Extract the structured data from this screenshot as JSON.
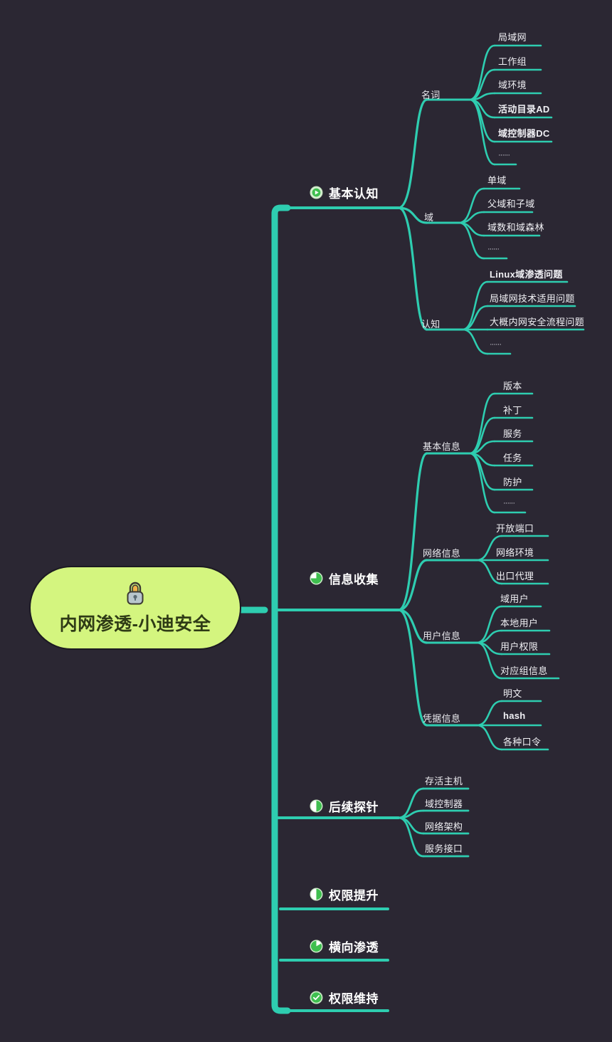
{
  "theme": {
    "background": "#2b2733",
    "branch_color": "#2ecdb0",
    "root_fill": "#d4f57f",
    "root_text": "#2f3b16",
    "node_text": "#ffffff",
    "icon_green": "#3fbf4f",
    "icon_pale_green": "#d6efd2"
  },
  "root": {
    "title": "内网渗透-小迪安全",
    "icon": "padlock-icon"
  },
  "branches": [
    {
      "id": "basic-cognition",
      "label": "基本认知",
      "icon": "play-circle-icon",
      "children": [
        {
          "label": "名词",
          "leaves": [
            "局域网",
            "工作组",
            "域环境",
            "活动目录AD",
            "域控制器DC",
            "······"
          ]
        },
        {
          "label": "域",
          "leaves": [
            "单域",
            "父域和子域",
            "域数和域森林",
            "······"
          ]
        },
        {
          "label": "认知",
          "leaves": [
            "Linux域渗透问题",
            "局域网技术适用问题",
            "大概内网安全流程问题",
            "······"
          ]
        }
      ]
    },
    {
      "id": "info-gathering",
      "label": "信息收集",
      "icon": "quarter-pie-icon",
      "children": [
        {
          "label": "基本信息",
          "leaves": [
            "版本",
            "补丁",
            "服务",
            "任务",
            "防护",
            "······"
          ]
        },
        {
          "label": "网络信息",
          "leaves": [
            "开放端口",
            "网络环境",
            "出口代理"
          ]
        },
        {
          "label": "用户信息",
          "leaves": [
            "域用户",
            "本地用户",
            "用户权限",
            "对应组信息"
          ]
        },
        {
          "label": "凭据信息",
          "leaves": [
            "明文",
            "hash",
            "各种口令"
          ]
        }
      ]
    },
    {
      "id": "follow-up-probe",
      "label": "后续探针",
      "icon": "half-pie-icon",
      "children": [
        {
          "label": "",
          "leaves": [
            "存活主机",
            "域控制器",
            "网络架构",
            "服务接口"
          ]
        }
      ]
    },
    {
      "id": "privilege-escalation",
      "label": "权限提升",
      "icon": "half-pie-icon",
      "children": []
    },
    {
      "id": "lateral-movement",
      "label": "横向渗透",
      "icon": "three-quarter-pie-icon",
      "children": []
    },
    {
      "id": "persistence",
      "label": "权限维持",
      "icon": "check-circle-icon",
      "children": []
    }
  ]
}
